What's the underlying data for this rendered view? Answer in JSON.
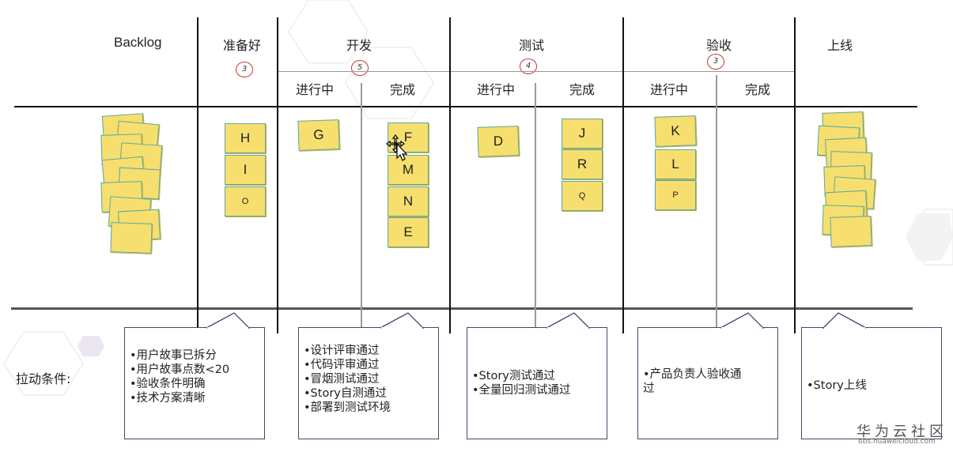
{
  "columns": {
    "backlog": {
      "title": "Backlog"
    },
    "ready": {
      "title": "准备好",
      "wip": "3"
    },
    "dev": {
      "title": "开发",
      "wip": "5",
      "sub_doing": "进行中",
      "sub_done": "完成"
    },
    "test": {
      "title": "测试",
      "wip": "4",
      "sub_doing": "进行中",
      "sub_done": "完成"
    },
    "accept": {
      "title": "验收",
      "wip": "3",
      "sub_doing": "进行中",
      "sub_done": "完成"
    },
    "release": {
      "title": "上线"
    }
  },
  "cards": {
    "ready": [
      "H",
      "I",
      "O"
    ],
    "dev_doing": [
      "G"
    ],
    "dev_done": [
      "F",
      "M",
      "N",
      "E"
    ],
    "test_doing": [
      "D"
    ],
    "test_done": [
      "J",
      "R",
      "Q"
    ],
    "accept_doing": [
      "K",
      "L",
      "P"
    ]
  },
  "pull_conditions": {
    "label": "拉动条件:",
    "ready": [
      "•用户故事已拆分",
      "•用户故事点数<20",
      "•验收条件明确",
      "•技术方案清晰"
    ],
    "dev": [
      "•设计评审通过",
      "•代码评审通过",
      "•冒烟测试通过",
      "•Story自测通过",
      "•部署到测试环境"
    ],
    "test": [
      "•Story测试通过",
      "•全量回归测试通过"
    ],
    "accept": [
      "•产品负责人验收通",
      "过"
    ],
    "release": [
      "•Story上线"
    ]
  },
  "watermark": {
    "main": "华为云社区",
    "sub": "bbs.huaweicloud.com"
  },
  "colors": {
    "note_fill": "#f6df6e",
    "note_border": "#5fa7a0",
    "wip_circle": "#c0392b"
  }
}
